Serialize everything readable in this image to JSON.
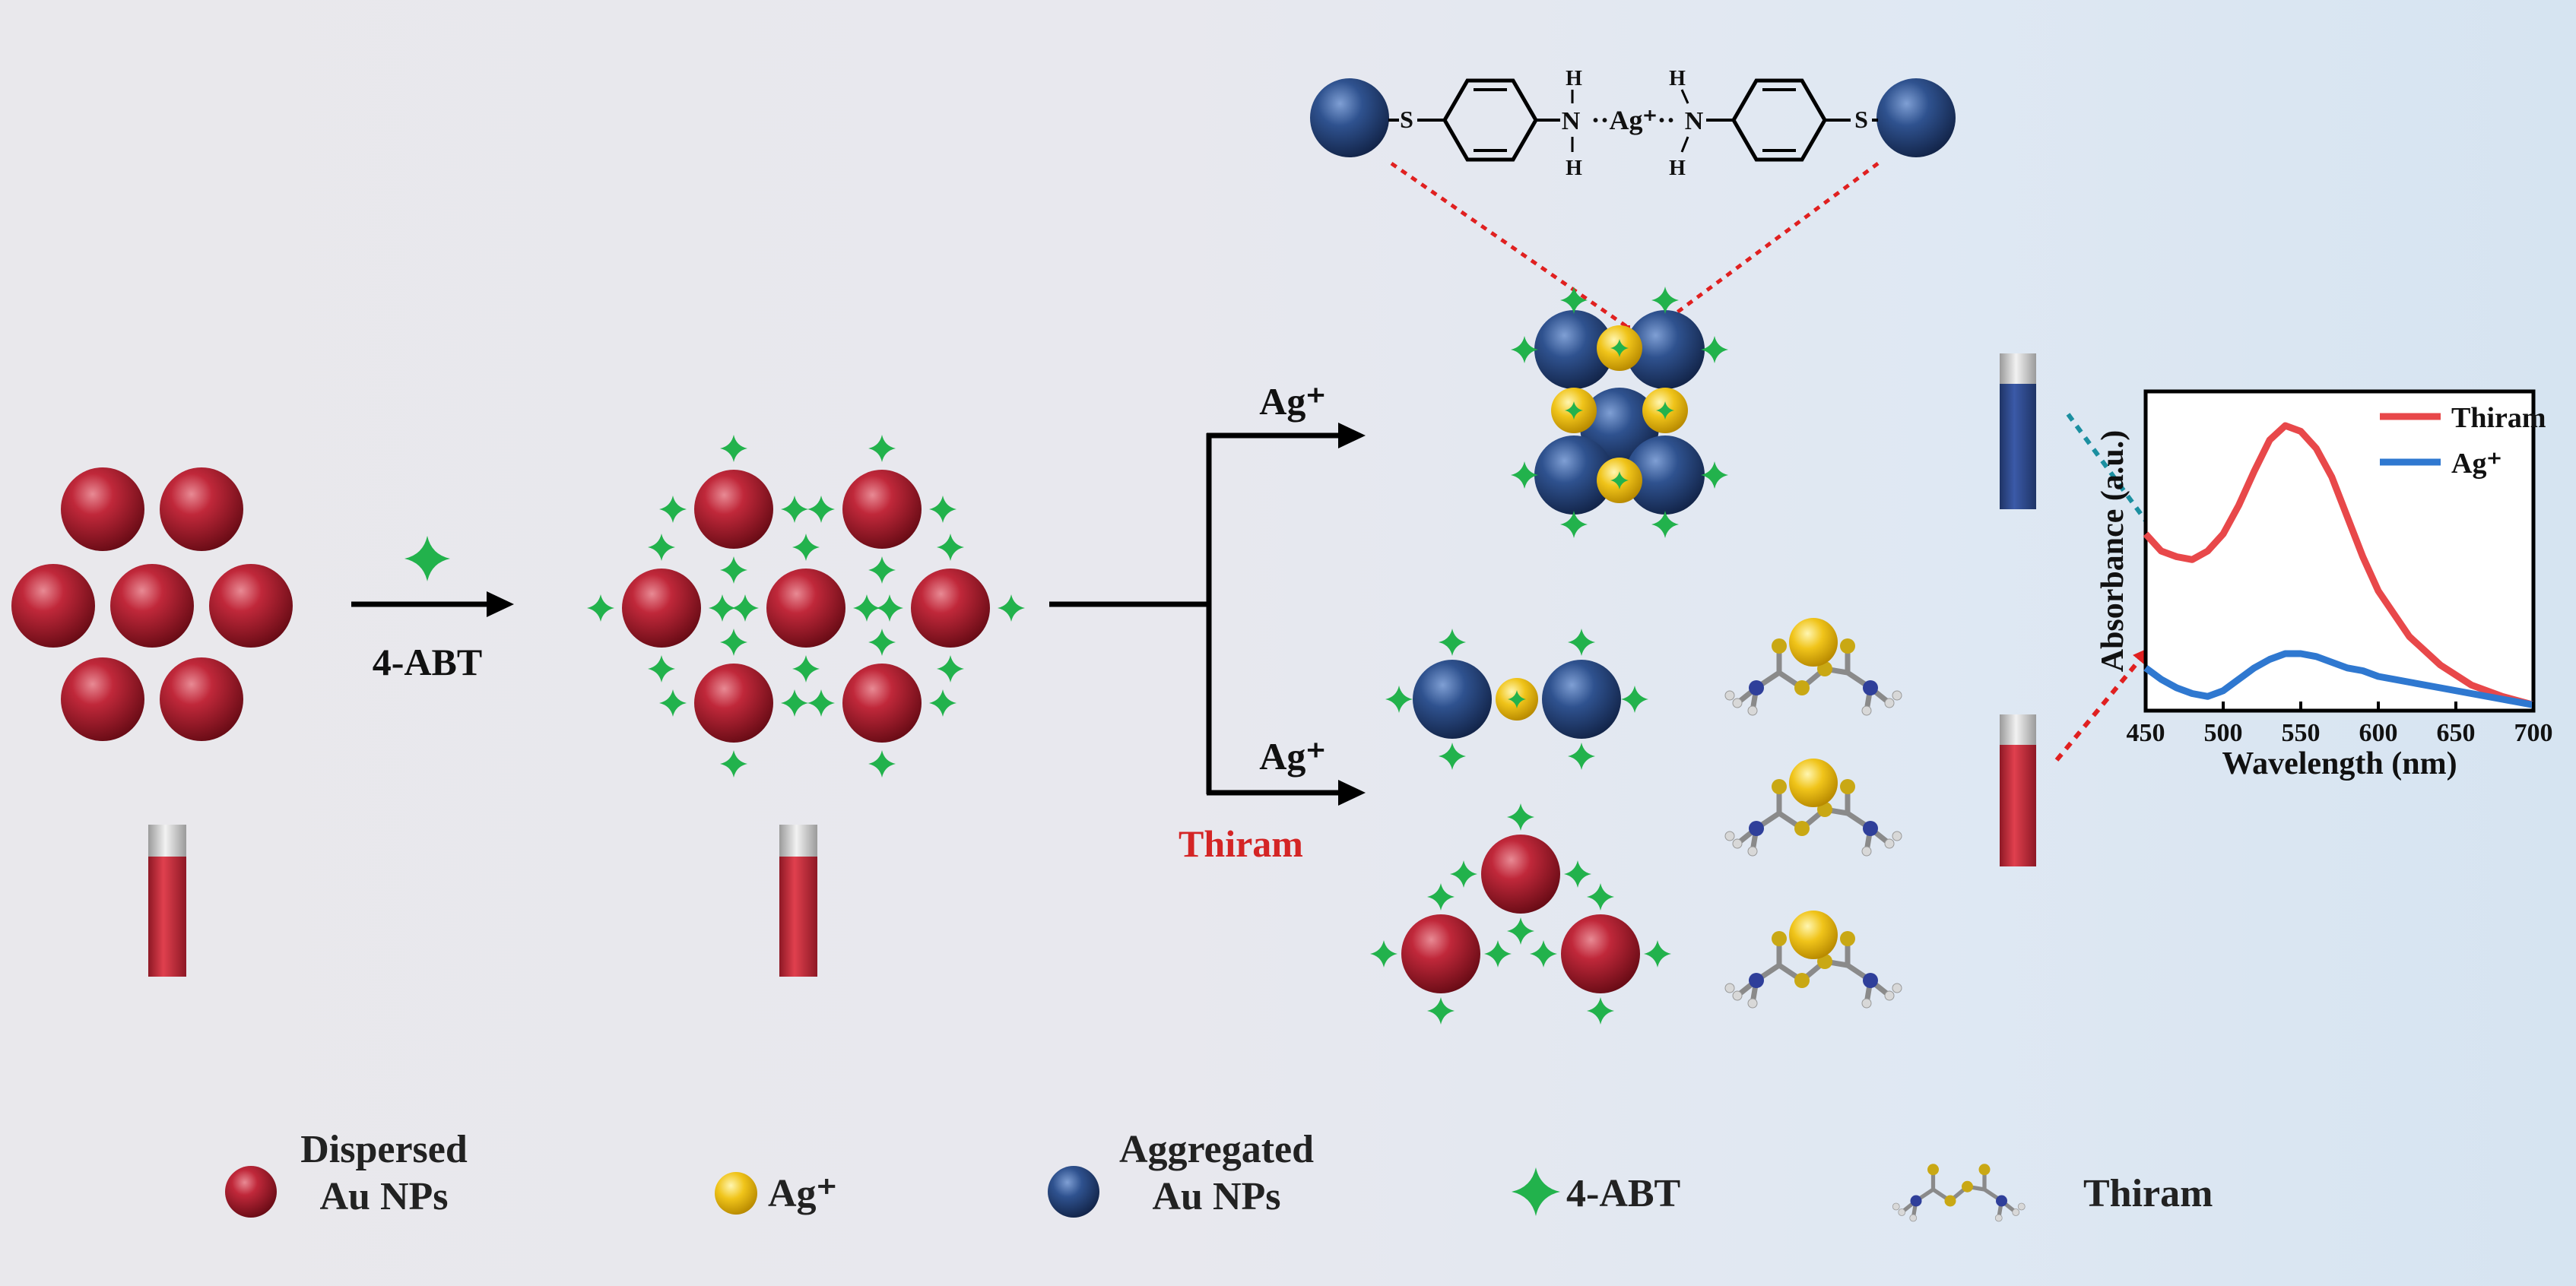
{
  "scheme": {
    "step1_reagent": "4-ABT",
    "branch_top_label": "Ag⁺",
    "branch_bottom_label": "Ag⁺",
    "branch_bottom_label2": "Thiram",
    "molecule": {
      "left_atom": "S",
      "right_atom": "S",
      "left_n": "N",
      "right_n": "N",
      "h": "H",
      "center": "··Ag⁺··"
    }
  },
  "inset_chart": {
    "xlabel": "Wavelength (nm)",
    "ylabel": "Absorbance (a.u.)",
    "xticks": [
      "450",
      "500",
      "550",
      "600",
      "650",
      "700"
    ]
  },
  "chart_data": {
    "type": "line",
    "xlabel": "Wavelength (nm)",
    "ylabel": "Absorbance (a.u.)",
    "xlim": [
      450,
      700
    ],
    "ylim": [
      0,
      1
    ],
    "grid": false,
    "legend": "top-right",
    "series": [
      {
        "name": "Thiram",
        "color": "#e8484a",
        "x": [
          450,
          460,
          470,
          480,
          490,
          500,
          510,
          520,
          530,
          540,
          550,
          560,
          570,
          580,
          590,
          600,
          620,
          640,
          660,
          680,
          700
        ],
        "y": [
          0.62,
          0.56,
          0.54,
          0.53,
          0.56,
          0.62,
          0.72,
          0.84,
          0.95,
          1.0,
          0.98,
          0.92,
          0.82,
          0.68,
          0.54,
          0.42,
          0.26,
          0.16,
          0.09,
          0.05,
          0.02
        ]
      },
      {
        "name": "Ag⁺",
        "color": "#2f78d0",
        "x": [
          450,
          460,
          470,
          480,
          490,
          500,
          510,
          520,
          530,
          540,
          550,
          560,
          570,
          580,
          590,
          600,
          620,
          640,
          660,
          680,
          700
        ],
        "y": [
          0.15,
          0.11,
          0.08,
          0.06,
          0.05,
          0.07,
          0.11,
          0.15,
          0.18,
          0.2,
          0.2,
          0.19,
          0.17,
          0.15,
          0.14,
          0.12,
          0.1,
          0.08,
          0.06,
          0.04,
          0.02
        ]
      }
    ]
  },
  "legend": {
    "dispersed": "Dispersed\nAu NPs",
    "ag": "Ag⁺",
    "aggregated": "Aggregated\nAu NPs",
    "abt": "4-ABT",
    "thiram": "Thiram"
  },
  "colors": {
    "au_dispersed": "#b8202f",
    "au_aggregated": "#2e4f8e",
    "ag_ion": "#f2c51a",
    "abt_star": "#22b24c",
    "connector_red": "#e02020",
    "connector_teal": "#1b8fa0"
  }
}
